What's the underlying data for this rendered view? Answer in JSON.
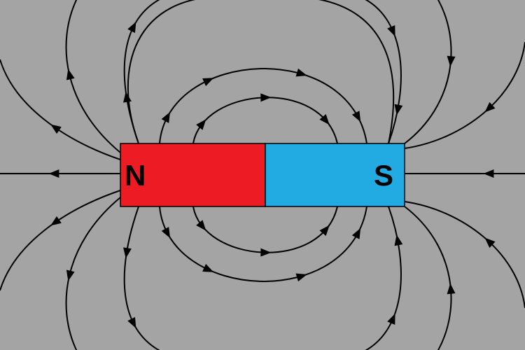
{
  "diagram": {
    "type": "bar-magnet-field-lines",
    "background_color": "#a4a4a4",
    "line_color": "#000000",
    "north": {
      "label": "N",
      "color": "#ed1c24"
    },
    "south": {
      "label": "S",
      "color": "#22aae2"
    },
    "label_color": "#000000",
    "field_direction": "north-to-south"
  }
}
